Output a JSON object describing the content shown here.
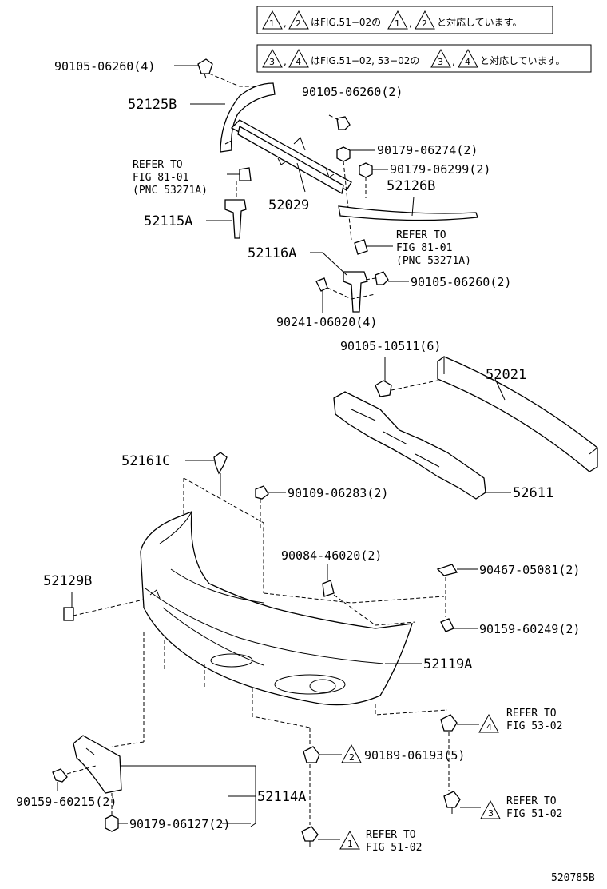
{
  "notes": {
    "note1": {
      "mid": "はFIG.51−02の",
      "tail": "と対応しています。",
      "tri": [
        "1",
        "2",
        "1",
        "2"
      ]
    },
    "note2": {
      "mid": "はFIG.51−02, 53−02の",
      "tail": "と対応しています。",
      "tri": [
        "3",
        "4",
        "3",
        "4"
      ]
    }
  },
  "refs": {
    "r1": "90105-06260(4)",
    "r2": "52125B",
    "r3": "90105-06260(2)",
    "r4": "90179-06274(2)",
    "r5": "90179-06299(2)",
    "r6": "52126B",
    "r7": "52029",
    "r8": "52115A",
    "r9": "52116A",
    "r10": "90105-06260(2)",
    "r11": "90241-06020(4)",
    "r12": "90105-10511(6)",
    "r13": "52021",
    "r14": "52611",
    "r15": "52161C",
    "r16": "90109-06283(2)",
    "r17": "90084-46020(2)",
    "r18": "90467-05081(2)",
    "r19": "52129B",
    "r20": "90159-60249(2)",
    "r21": "52119A",
    "r22": "90189-06193(5)",
    "r23": "52114A",
    "r24": "90159-60215(2)",
    "r25": "90179-06127(2)"
  },
  "refer_left": {
    "l1": "REFER TO",
    "l2": "FIG 81-01",
    "l3": "(PNC 53271A)"
  },
  "refer_mid": {
    "l1": "REFER TO",
    "l2": "FIG 81-01",
    "l3": "(PNC 53271A)"
  },
  "refer_4": {
    "num": "4",
    "l1": "REFER TO",
    "l2": "FIG 53-02"
  },
  "refer_3": {
    "num": "3",
    "l1": "REFER TO",
    "l2": "FIG 51-02"
  },
  "refer_1": {
    "num": "1",
    "l1": "REFER TO",
    "l2": "FIG 51-02"
  },
  "tri_2": "2",
  "footer_code": "520785B"
}
